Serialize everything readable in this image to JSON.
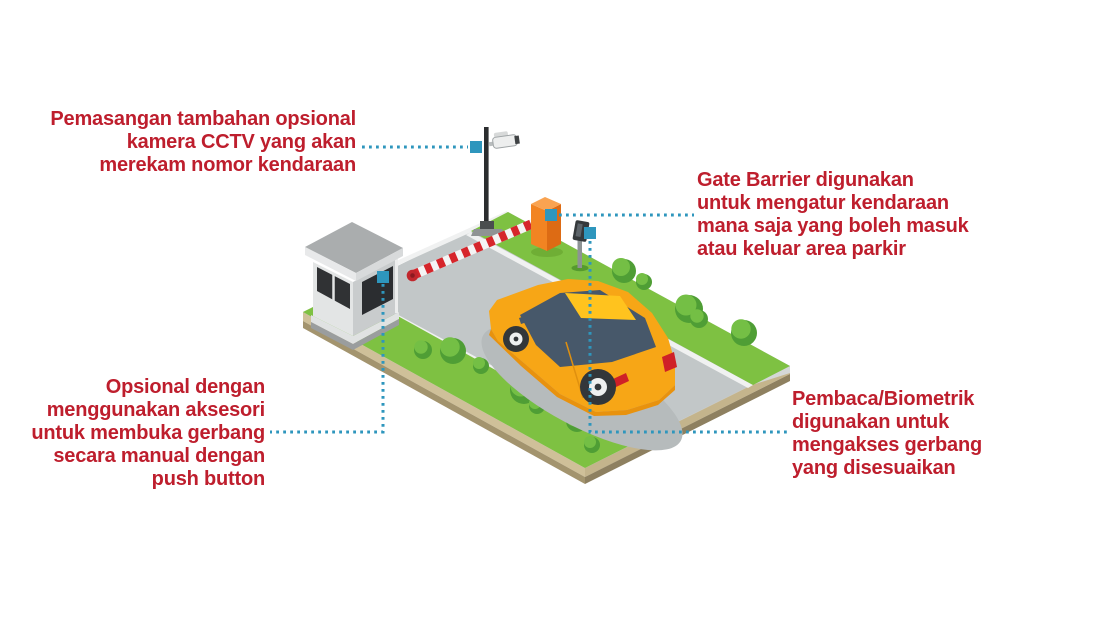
{
  "annotations": {
    "cctv": {
      "lines": [
        "Pemasangan tambahan opsional",
        "kamera CCTV yang akan",
        "merekam nomor kendaraan"
      ]
    },
    "gate_barrier": {
      "lines": [
        "Gate Barrier digunakan",
        "untuk mengatur kendaraan",
        "mana saja yang boleh masuk",
        "atau keluar area parkir"
      ]
    },
    "manual_button": {
      "lines": [
        "Opsional dengan",
        "menggunakan aksesori",
        "untuk membuka gerbang",
        "secara manual dengan",
        "push button"
      ]
    },
    "reader": {
      "lines": [
        "Pembaca/Biometrik",
        "digunakan untuk",
        "mengakses gerbang",
        "yang disesuaikan"
      ]
    }
  },
  "colors": {
    "annotation_text": "#be1e2d",
    "leader_line": "#2e96bd",
    "leader_marker": "#2e96bd",
    "road": "#c2c7c8",
    "road_line": "#f0f1f1",
    "grass": "#7ec142",
    "bush": "#55a438",
    "platform_edge_tan": "#cfc099",
    "gate_post_orange": "#f28422",
    "barrier_stripe_red": "#d6252b",
    "car_yellow": "#f7a616",
    "car_glass": "#47586a",
    "booth_gray": "#e3e5e5",
    "camera_pole": "#2b2d2f"
  }
}
